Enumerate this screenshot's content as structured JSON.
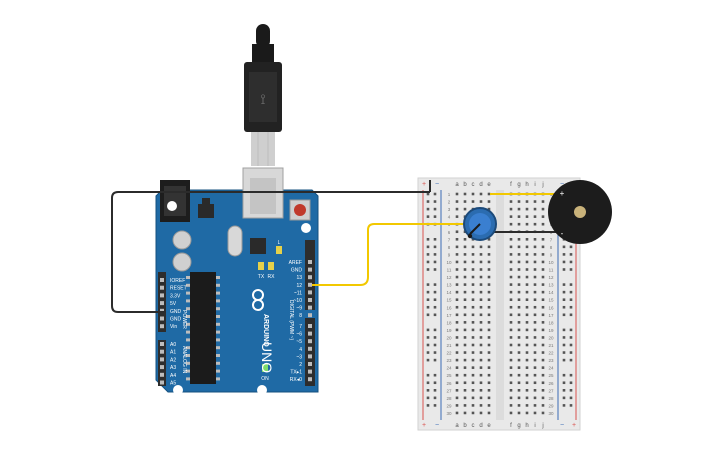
{
  "arduino": {
    "brand": "ARDUINO",
    "model": "UNO",
    "tx_led": "TX",
    "rx_led": "RX",
    "l_led": "L",
    "on_led": "ON",
    "digital_label": "DIGITAL (PWM ~)",
    "power_label": "POWER",
    "analog_label": "ANALOG IN",
    "power_pins": [
      "IOREF",
      "RESET",
      "3.3V",
      "5V",
      "GND",
      "GND",
      "Vin"
    ],
    "analog_pins": [
      "A0",
      "A1",
      "A2",
      "A3",
      "A4",
      "A5"
    ],
    "digital_top": [
      "AREF",
      "GND",
      "13",
      "12",
      "~11",
      "~10",
      "~9",
      "8"
    ],
    "digital_bottom": [
      "7",
      "~6",
      "~5",
      "4",
      "~3",
      "2",
      "TX▸1",
      "RX◂0"
    ],
    "colors": {
      "board": "#1f6aa5",
      "board_edge": "#14507f",
      "header": "#2d2d2d"
    }
  },
  "breadboard": {
    "columns_left": [
      "a",
      "b",
      "c",
      "d",
      "e"
    ],
    "columns_right": [
      "f",
      "g",
      "h",
      "i",
      "j"
    ],
    "rows": [
      "1",
      "2",
      "3",
      "4",
      "5",
      "6",
      "7",
      "8",
      "9",
      "10",
      "11",
      "12",
      "13",
      "14",
      "15",
      "16",
      "17",
      "18",
      "19",
      "20",
      "21",
      "22",
      "23",
      "24",
      "25",
      "26",
      "27",
      "28",
      "29",
      "30"
    ],
    "rail_plus": "+",
    "rail_minus": "−",
    "colors": {
      "body": "#e9e9e9",
      "hole": "#555555",
      "red": "#d9534f",
      "blue": "#3b6bb5"
    }
  },
  "buzzer": {
    "plus_label": "+",
    "minus_label": "-"
  },
  "wires": {
    "black": "#2b2b2b",
    "yellow": "#f2c800"
  }
}
